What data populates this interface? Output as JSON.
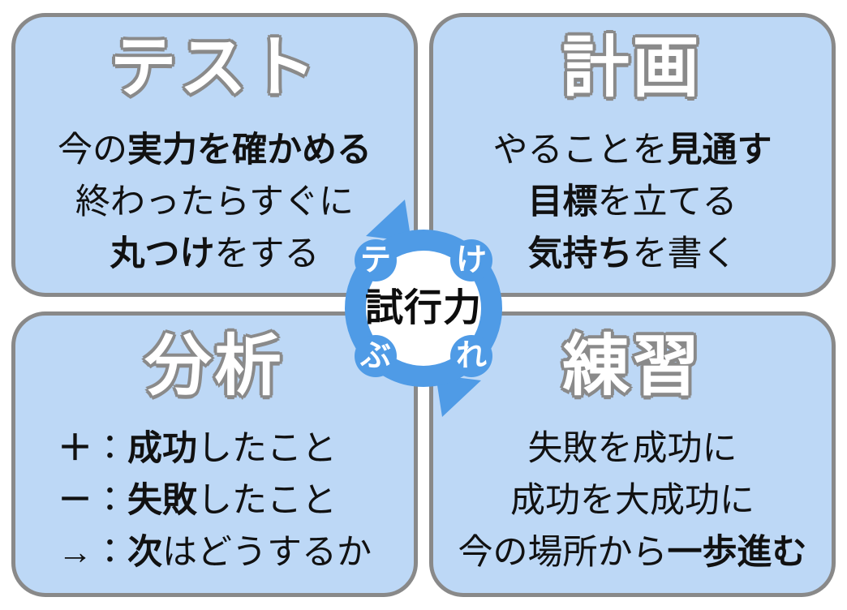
{
  "colors": {
    "panel_fill": "#bdd8f6",
    "panel_border": "#898989",
    "title_fill": "#ffffff",
    "title_outline": "#8a8a8a",
    "body_text": "#111111",
    "cycle_blue": "#4f9be6",
    "center_circle": "#ffffff",
    "background": "#ffffff"
  },
  "panels": [
    {
      "id": "test",
      "title": "テスト",
      "lines": [
        [
          {
            "t": "今の",
            "b": false
          },
          {
            "t": "実力を確かめる",
            "b": true
          }
        ],
        [
          {
            "t": "終わったらすぐに",
            "b": false
          }
        ],
        [
          {
            "t": "丸つけ",
            "b": true
          },
          {
            "t": "をする",
            "b": false
          }
        ]
      ]
    },
    {
      "id": "plan",
      "title": "計画",
      "lines": [
        [
          {
            "t": "やることを",
            "b": false
          },
          {
            "t": "見通す",
            "b": true
          }
        ],
        [
          {
            "t": "目標",
            "b": true
          },
          {
            "t": "を立てる",
            "b": false
          }
        ],
        [
          {
            "t": "気持ち",
            "b": true
          },
          {
            "t": "を書く",
            "b": false
          }
        ]
      ]
    },
    {
      "id": "analysis",
      "title": "分析",
      "lines": [
        [
          {
            "t": "＋",
            "b": true
          },
          {
            "t": "：",
            "b": false
          },
          {
            "t": "成功",
            "b": true
          },
          {
            "t": "したこと",
            "b": false
          }
        ],
        [
          {
            "t": "－",
            "b": true
          },
          {
            "t": "：",
            "b": false
          },
          {
            "t": "失敗",
            "b": true
          },
          {
            "t": "したこと",
            "b": false
          }
        ],
        [
          {
            "t": "→",
            "b": true
          },
          {
            "t": "：",
            "b": false
          },
          {
            "t": "次",
            "b": true
          },
          {
            "t": "はどうするか",
            "b": false
          }
        ]
      ]
    },
    {
      "id": "practice",
      "title": "練習",
      "lines": [
        [
          {
            "t": "失敗を成功に",
            "b": false
          }
        ],
        [
          {
            "t": "成功を大成功に",
            "b": false
          }
        ],
        [
          {
            "t": "今の場所から",
            "b": false
          },
          {
            "t": "一歩進む",
            "b": true
          }
        ]
      ]
    }
  ],
  "center": {
    "label": "試行力",
    "letters": {
      "nw": "テ",
      "ne": "け",
      "sw": "ぶ",
      "se": "れ"
    }
  }
}
